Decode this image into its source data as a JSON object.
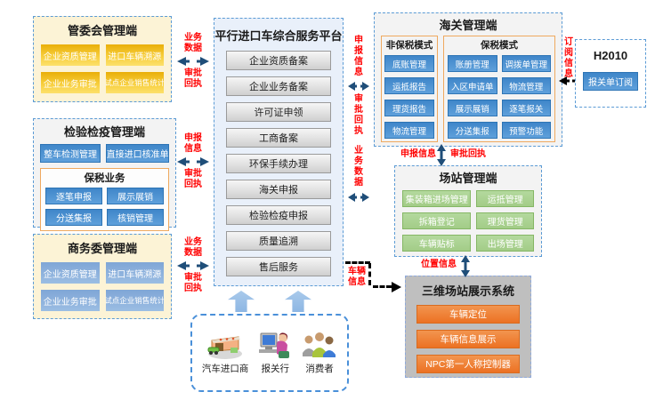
{
  "left_panels": [
    {
      "title": "管委会管理端",
      "items": [
        "企业资质管理",
        "进口车辆溯源",
        "企业业务审批",
        "试点企业销售统计"
      ]
    },
    {
      "title": "检验检疫管理端",
      "items": [
        "整车检测管理",
        "直接进口核准单"
      ],
      "sub": {
        "title": "保税业务",
        "items": [
          "逐笔申报",
          "展示展销",
          "分送集报",
          "核销管理"
        ]
      }
    },
    {
      "title": "商务委管理端",
      "items": [
        "企业资质管理",
        "进口车辆溯源",
        "企业业务审批",
        "试点企业销售统计"
      ]
    }
  ],
  "platform": {
    "title": "平行进口车综合服务平台",
    "items": [
      "企业资质备案",
      "企业业务备案",
      "许可证申领",
      "工商备案",
      "环保手续办理",
      "海关申报",
      "检验检疫申报",
      "质量追溯",
      "售后服务"
    ]
  },
  "customs": {
    "title": "海关管理端",
    "non_bonded": {
      "title": "非保税模式",
      "items": [
        "底账管理",
        "运抵报告",
        "理货报告",
        "物流管理"
      ]
    },
    "bonded": {
      "title": "保税模式",
      "items": [
        "账册管理",
        "调拨单管理",
        "入区申请单",
        "物流管理",
        "展示展销",
        "逐笔报关",
        "分送集报",
        "预警功能"
      ]
    }
  },
  "h2010": {
    "title": "H2010",
    "button": "报关单订阅"
  },
  "station": {
    "title": "场站管理端",
    "items": [
      "集装箱进场管理",
      "运抵管理",
      "拆箱登记",
      "理货管理",
      "车辆贴标",
      "出场管理"
    ]
  },
  "three_d": {
    "title": "三维场站展示系统",
    "items": [
      "车辆定位",
      "车辆信息展示",
      "NPC第一人称控制器"
    ]
  },
  "users": {
    "items": [
      {
        "icon": "factory-icon",
        "label": "汽车进口商"
      },
      {
        "icon": "customs-broker-icon",
        "label": "报关行"
      },
      {
        "icon": "consumers-icon",
        "label": "消费者"
      }
    ]
  },
  "labels": {
    "business_data": "业务数据",
    "approval_receipt": "审批回执",
    "declare_info": "申报信息",
    "subscribe_info": "订阅信息",
    "position_info": "位置信息",
    "vehicle_info": "车辆信息"
  },
  "colors": {
    "accent_blue": "#5B9BD5",
    "arrow_navy": "#1F4E79",
    "label_red": "#FF0000",
    "box_blue": "#4A8FD0",
    "box_yellow": "#F2C12E",
    "box_green": "#A9D18E",
    "box_orange": "#ED7D31",
    "panel_yellow": "#FCF3D6",
    "panel_gray": "#F3F3F3",
    "platform_bg": "#E9F0FA",
    "threed_bg": "#BFBFBF"
  }
}
